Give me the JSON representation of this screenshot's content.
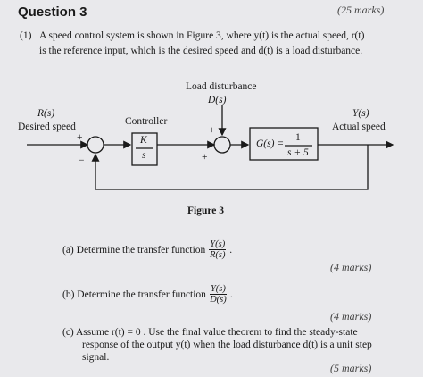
{
  "question": {
    "title": "Question 3",
    "marks": "(25 marks)",
    "part1_number": "(1)",
    "part1_line1": "A speed control system is shown in Figure 3, where  y(t)  is the actual speed,  r(t)",
    "part1_line2": "is the reference input, which is the desired speed and  d(t)  is a load disturbance."
  },
  "diagram": {
    "load_disturbance": "Load disturbance",
    "d_of_s": "D(s)",
    "r_of_s": "R(s)",
    "desired_speed": "Desired speed",
    "controller": "Controller",
    "y_of_s": "Y(s)",
    "actual_speed": "Actual speed",
    "controller_num": "K",
    "controller_den": "s",
    "plant_lhs": "G(s) =",
    "plant_num": "1",
    "plant_den": "s + 5",
    "sum1_plus": "+",
    "sum1_minus": "−",
    "sum2_plus_top": "+",
    "sum2_plus_bottom": "+",
    "caption": "Figure 3"
  },
  "parts": {
    "a_label": "(a)  Determine the transfer function",
    "a_num": "Y(s)",
    "a_den": "R(s)",
    "a_marks": "(4 marks)",
    "b_label": "(b)  Determine the transfer function",
    "b_num": "Y(s)",
    "b_den": "D(s)",
    "b_marks": "(4 marks)",
    "c_line1": "(c)  Assume  r(t) = 0 .   Use the final value theorem to find the steady-state",
    "c_line2": "response of the output  y(t)  when the load disturbance  d(t)  is a unit step",
    "c_line3": "signal.",
    "c_marks": "(5 marks)"
  }
}
